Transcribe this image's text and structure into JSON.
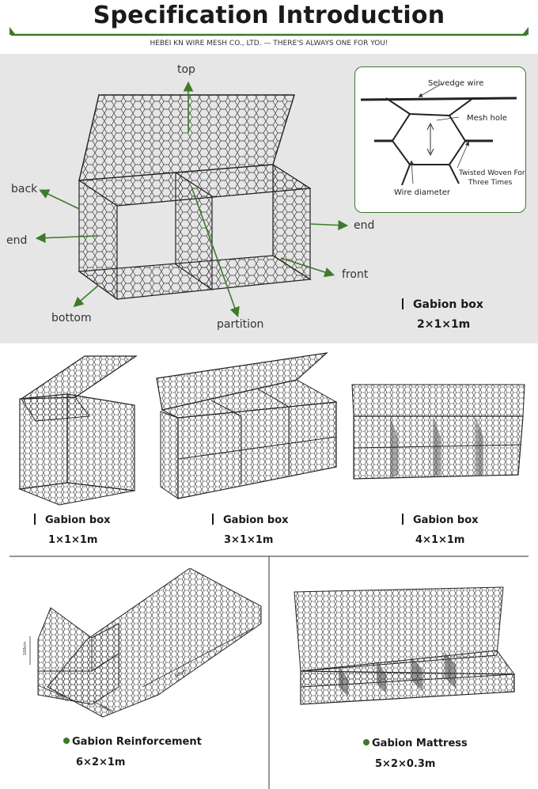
{
  "header": {
    "title": "Specification Introduction",
    "subtitle": "HEBEI KN WIRE MESH CO., LTD. — THERE'S ALWAYS ONE FOR YOU!"
  },
  "hero": {
    "labels": {
      "top": "top",
      "back": "back",
      "end_left": "end",
      "end_right": "end",
      "front": "front",
      "bottom": "bottom",
      "partition": "partition"
    },
    "caption_name": "Gabion box",
    "caption_size": "2×1×1m"
  },
  "inset": {
    "selvedge": "Selvedge wire",
    "mesh_hole": "Mesh hole",
    "twisted_line1": "Twisted Woven For",
    "twisted_line2": "Three Times",
    "wire_diameter": "Wire diameter"
  },
  "products_row1": [
    {
      "name": "Gabion box",
      "size": "1×1×1m"
    },
    {
      "name": "Gabion box",
      "size": "3×1×1m"
    },
    {
      "name": "Gabion box",
      "size": "4×1×1m"
    }
  ],
  "products_row2": [
    {
      "name": "Gabion Reinforcement",
      "size": "6×2×1m",
      "dims": {
        "height": "100cm",
        "width": "200cm",
        "panel": "100cm",
        "length": "600cm"
      }
    },
    {
      "name": "Gabion Mattress",
      "size": "5×2×0.3m"
    }
  ],
  "colors": {
    "accent": "#3e7a2b",
    "hero_bg": "#e6e6e6",
    "text": "#1a1a1a"
  }
}
